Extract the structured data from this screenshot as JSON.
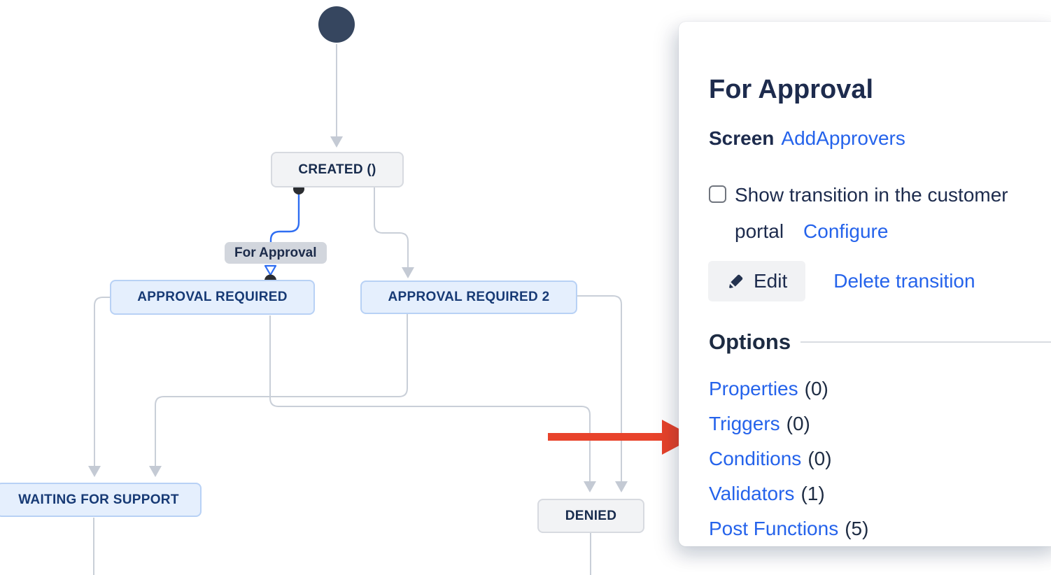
{
  "diagram": {
    "start_node": "initial-node",
    "statuses": [
      {
        "id": "created",
        "label": "CREATED ()",
        "category": "gray"
      },
      {
        "id": "approval-required",
        "label": "APPROVAL REQUIRED",
        "category": "blue"
      },
      {
        "id": "approval-required-2",
        "label": "APPROVAL REQUIRED 2",
        "category": "blue"
      },
      {
        "id": "waiting-for-support",
        "label": "WAITING FOR SUPPORT",
        "category": "blue"
      },
      {
        "id": "denied",
        "label": "DENIED",
        "category": "gray"
      }
    ],
    "transition_label": "For Approval"
  },
  "panel": {
    "title": "For Approval",
    "screen_label": "Screen",
    "screen_value": "AddApprovers",
    "checkbox_label": "Show transition in the customer portal",
    "checkbox_checked": false,
    "configure_label": "Configure",
    "edit_label": "Edit",
    "delete_label": "Delete transition",
    "options_heading": "Options",
    "options": [
      {
        "label": "Properties",
        "count": "(0)"
      },
      {
        "label": "Triggers",
        "count": "(0)"
      },
      {
        "label": "Conditions",
        "count": "(0)"
      },
      {
        "label": "Validators",
        "count": "(1)"
      },
      {
        "label": "Post Functions",
        "count": "(5)"
      }
    ]
  },
  "annotation": {
    "arrow_color": "#e8432b"
  },
  "colors": {
    "link_blue": "#2563eb",
    "navy_text": "#1d2b4d",
    "edge_gray": "#c9cfd8",
    "edge_blue": "#2f6ef2",
    "status_blue_bg": "#e5effd",
    "status_blue_border": "#b8d1f5",
    "status_gray_bg": "#f2f3f5",
    "status_gray_border": "#d7dae0",
    "start_node": "#36465f",
    "transition_label_bg": "#d2d6dd"
  }
}
